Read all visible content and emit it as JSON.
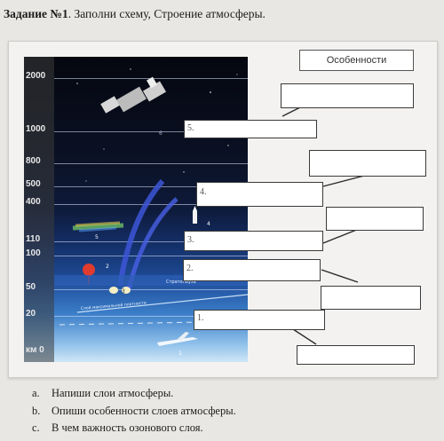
{
  "task": {
    "number": "Задание №1",
    "text": ". Заполни схему, Строение атмосферы."
  },
  "diagram": {
    "altitude_ticks": [
      "2000",
      "1000",
      "800",
      "500",
      "400",
      "110",
      "100",
      "50",
      "20",
      "км 0"
    ],
    "layer_numbers_small": [
      "6",
      "5",
      "4",
      "3",
      "2",
      "1"
    ],
    "labels": {
      "stratopause": "Стратопауза",
      "max_density": "Слой максимальной плотности"
    }
  },
  "layer_boxes": [
    "5.",
    "4.",
    "3.",
    "2.",
    "1."
  ],
  "features_header": "Особенности",
  "questions": [
    {
      "letter": "a.",
      "text": "Напиши слои атмосферы."
    },
    {
      "letter": "b.",
      "text": "Опиши особенности слоев атмосферы."
    },
    {
      "letter": "c.",
      "text": "В чем важность озонового слоя."
    }
  ]
}
